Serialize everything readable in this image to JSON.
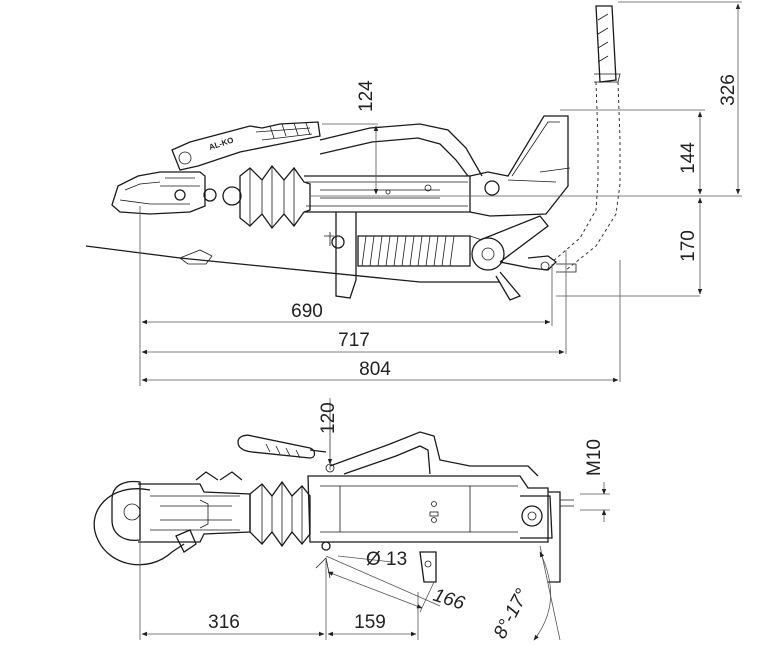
{
  "diagram": {
    "side_view": {
      "dimensions": {
        "d124": "124",
        "d326": "326",
        "d144": "144",
        "d170": "170",
        "d690": "690",
        "d717": "717",
        "d804": "804"
      },
      "handle_logo": "AL-KO"
    },
    "top_view": {
      "dimensions": {
        "d120": "120",
        "m10": "M10",
        "hole": "Ø 13",
        "d166": "166",
        "angle": "8°-17°",
        "d316": "316",
        "d159": "159"
      }
    }
  }
}
